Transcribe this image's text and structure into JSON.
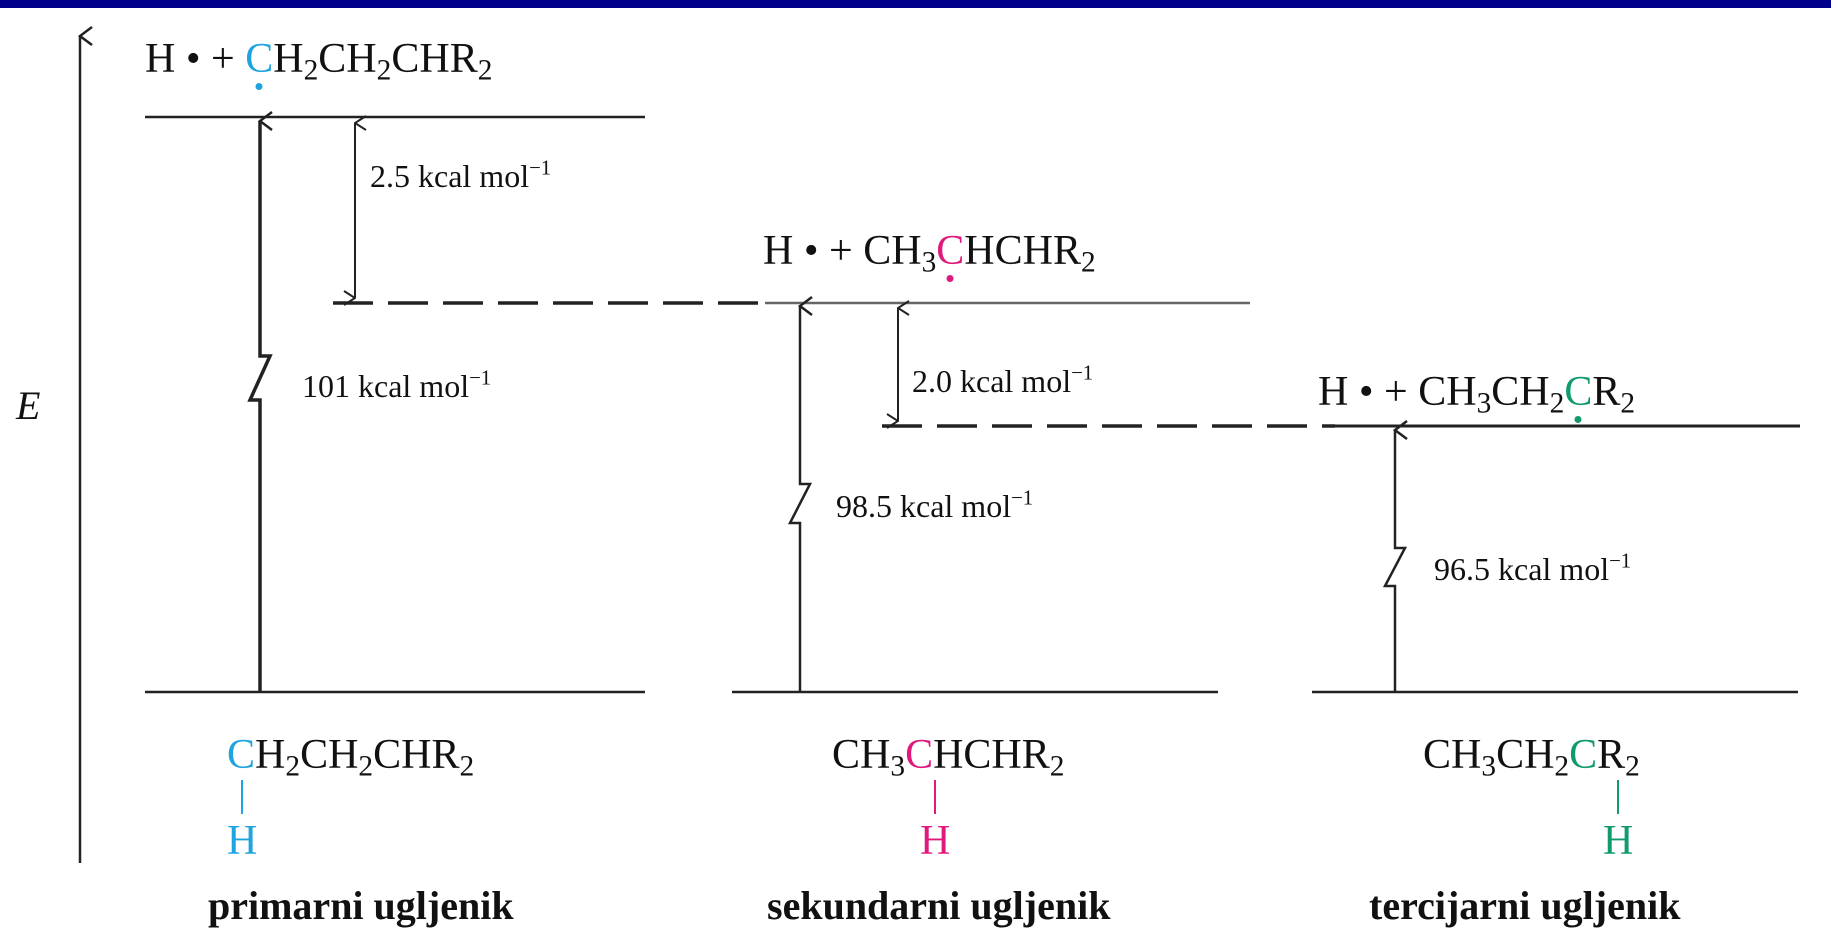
{
  "axis": {
    "label": "E"
  },
  "colors": {
    "frame": "#00008b",
    "primary": "#1fa4df",
    "secondary": "#e0197d",
    "tertiary": "#119a70",
    "line": "#222222"
  },
  "columns": [
    {
      "id": "primary",
      "radical": {
        "prefix": "H • + ",
        "radical_carbon": "C",
        "rest_parts": [
          [
            "H",
            "2"
          ],
          [
            "CH",
            "2"
          ],
          [
            "CHR",
            "2"
          ]
        ]
      },
      "molecule": {
        "before_parts": [],
        "carbon": "C",
        "after_parts": [
          [
            "H",
            "2"
          ],
          [
            "CH",
            "2"
          ],
          [
            "CHR",
            "2"
          ]
        ],
        "hydrogen": "H"
      },
      "bond_energy": {
        "value": "101",
        "unit": "kcal mol",
        "exp": "−1"
      },
      "caption": "primarni ugljenik"
    },
    {
      "id": "secondary",
      "radical": {
        "prefix": "H • + CH",
        "prefix_sub": "3",
        "radical_carbon": "C",
        "rest_parts": [
          [
            "HCHR",
            "2"
          ]
        ]
      },
      "molecule": {
        "before_parts": [
          [
            "CH",
            "3"
          ]
        ],
        "carbon": "C",
        "after_parts": [
          [
            "HCHR",
            "2"
          ]
        ],
        "hydrogen": "H"
      },
      "bond_energy": {
        "value": "98.5",
        "unit": "kcal mol",
        "exp": "−1"
      },
      "caption": "sekundarni ugljenik"
    },
    {
      "id": "tertiary",
      "radical": {
        "prefix": "H • + CH",
        "prefix_sub": "3",
        "prefix2": "CH",
        "prefix2_sub": "2",
        "radical_carbon": "C",
        "rest_parts": [
          [
            "R",
            "2"
          ]
        ]
      },
      "molecule": {
        "before_parts": [
          [
            "CH",
            "3"
          ],
          [
            "CH",
            "2"
          ]
        ],
        "carbon": "C",
        "after_parts": [
          [
            "R",
            "2"
          ]
        ],
        "hydrogen": "H"
      },
      "bond_energy": {
        "value": "96.5",
        "unit": "kcal mol",
        "exp": "−1"
      },
      "caption": "tercijarni ugljenik"
    }
  ],
  "differences": [
    {
      "value": "2.5",
      "unit": "kcal mol",
      "exp": "−1"
    },
    {
      "value": "2.0",
      "unit": "kcal mol",
      "exp": "−1"
    }
  ]
}
